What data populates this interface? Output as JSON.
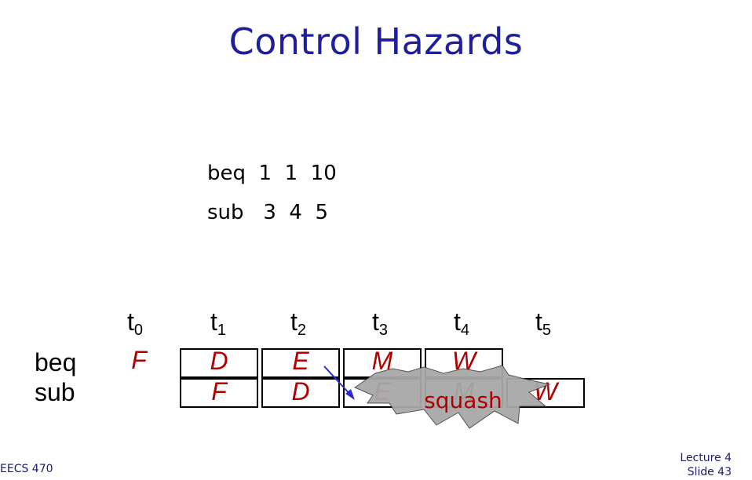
{
  "slide": {
    "title": "Control Hazards",
    "code": {
      "line1": "beq  1  1  10",
      "line2": "sub   3  4  5"
    },
    "time_labels": {
      "t0": {
        "base": "t",
        "sub": "0"
      },
      "t1": {
        "base": "t",
        "sub": "1"
      },
      "t2": {
        "base": "t",
        "sub": "2"
      },
      "t3": {
        "base": "t",
        "sub": "3"
      },
      "t4": {
        "base": "t",
        "sub": "4"
      },
      "t5": {
        "base": "t",
        "sub": "5"
      }
    },
    "rows": {
      "beq": "beq",
      "sub": "sub"
    },
    "pipeline": {
      "beq": {
        "t0": "F",
        "t1": "D",
        "t2": "E",
        "t3": "M",
        "t4": "W"
      },
      "sub": {
        "t1": "F",
        "t2": "D",
        "t3": "E",
        "t4": "M",
        "t5": "W"
      }
    },
    "squash_label": "squash",
    "footer_left": "EECS 470",
    "footer_right_line1": "Lecture 4",
    "footer_right_line2": "Slide 43",
    "colors": {
      "title": "#1f1f9a",
      "stage_text": "#b00000",
      "arrow": "#2a2ad0",
      "burst": "#a8a8a8"
    }
  }
}
